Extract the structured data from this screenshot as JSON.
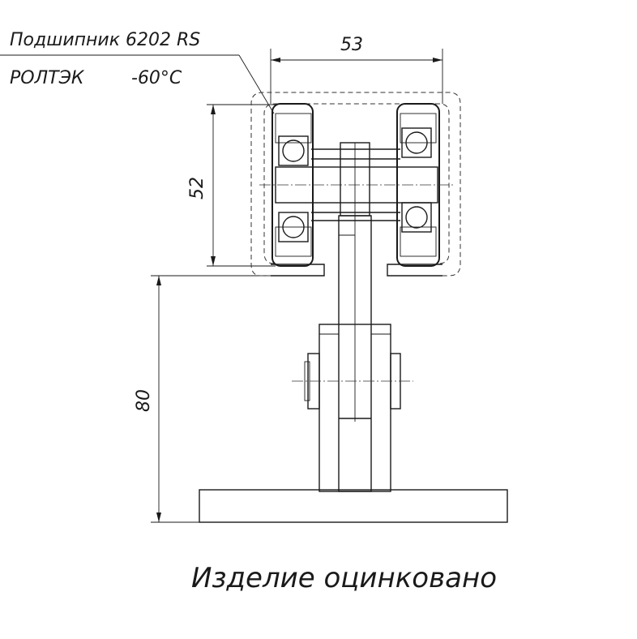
{
  "notes": {
    "bearing": "Подшипник 6202 RS",
    "maker": "РОЛТЭК",
    "temp": "-60°С"
  },
  "dimensions": {
    "width": "53",
    "height_rollers": "52",
    "height_total": "80"
  },
  "caption": "Изделие оцинковано"
}
